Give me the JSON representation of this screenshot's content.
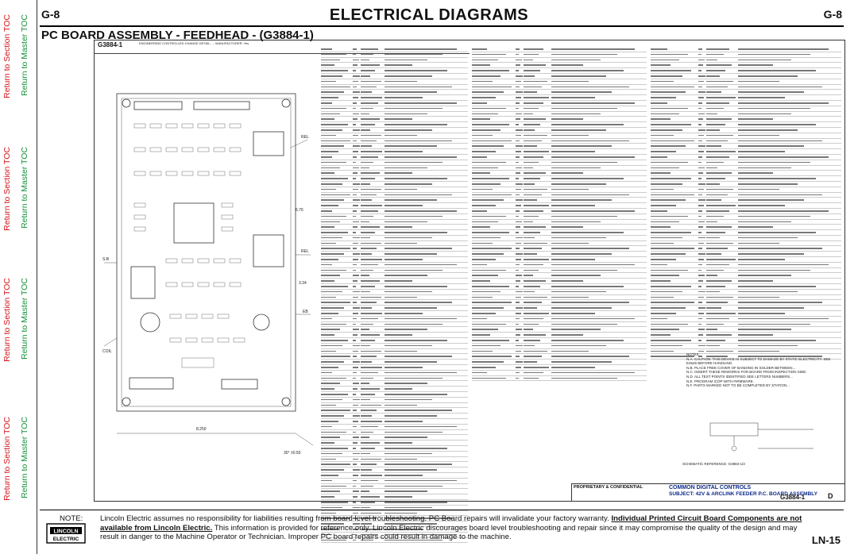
{
  "nav": {
    "return_section": "Return to Section TOC",
    "return_master": "Return to Master TOC"
  },
  "header": {
    "code_left": "G-8",
    "title": "ELECTRICAL DIAGRAMS",
    "code_right": "G-8",
    "subtitle": "PC BOARD ASSEMBLY - FEEDHEAD - (G3884-1)"
  },
  "drawing": {
    "part_number": "G3884-1",
    "strip_text": "ENGINEERING CONTROLLED   CHANGE DETAIL: ... MANUFACTURER: Yes",
    "board_callouts": [
      "REL",
      "S.B",
      "REL",
      "EB",
      "COIL",
      "3.34",
      "8.250",
      "6.76",
      "30° ±0.50"
    ],
    "notes": [
      "NOTES:",
      "N.A. CAUTION: THIS DEVICE IS SUBJECT TO DAMAGE BY STATIC ELECTRICITY. SEE",
      "     E4545 BEFORE HANDLING.",
      "N.B. PLACE FREE COVER OF BANDING IN SOLDER BETWEEN...",
      "N.C. INSERT THESE REWORKS FOR BOARD FROM INSPECTION SIDE.",
      "N.D. ALL TEST POINTS IDENTIFIED SEE LETTERS NUMBERS...",
      "N.E. PROGRAM ICOP WITH FIRMWARE.",
      "N.F. PARTS MARKED NOT TO BE COMPLETED BY STATION..."
    ],
    "schematic_ref": "SCHEMATIC REFERENCE: G3883-1/2",
    "title_block": {
      "proprietary": "PROPRIETARY & CONFIDENTIAL",
      "common": "COMMON DIGITAL CONTROLS",
      "subject": "SUBJECT: 42V & ARCLINK FEEDER P.C. BOARD ASSEMBLY",
      "doc_number": "G3884-1",
      "revision": "D"
    }
  },
  "footer": {
    "note_label": "NOTE:",
    "note_before": "Lincoln Electric assumes no responsibility for liabilities resulting from board level troubleshooting. PC Board repairs will invalidate your factory warranty. ",
    "note_bold": "Individual Printed Circuit Board Components are not available from Lincoln Electric.",
    "note_after": " This information is provided for reference only. Lincoln Electric discourages board level troubleshooting and repair since it may compromise the quality of the design and may result in danger to the Machine Operator or Technician. Improper PC board repairs could result in damage to the machine.",
    "page_number": "LN-15",
    "logo_text": "LINCOLN ELECTRIC"
  }
}
